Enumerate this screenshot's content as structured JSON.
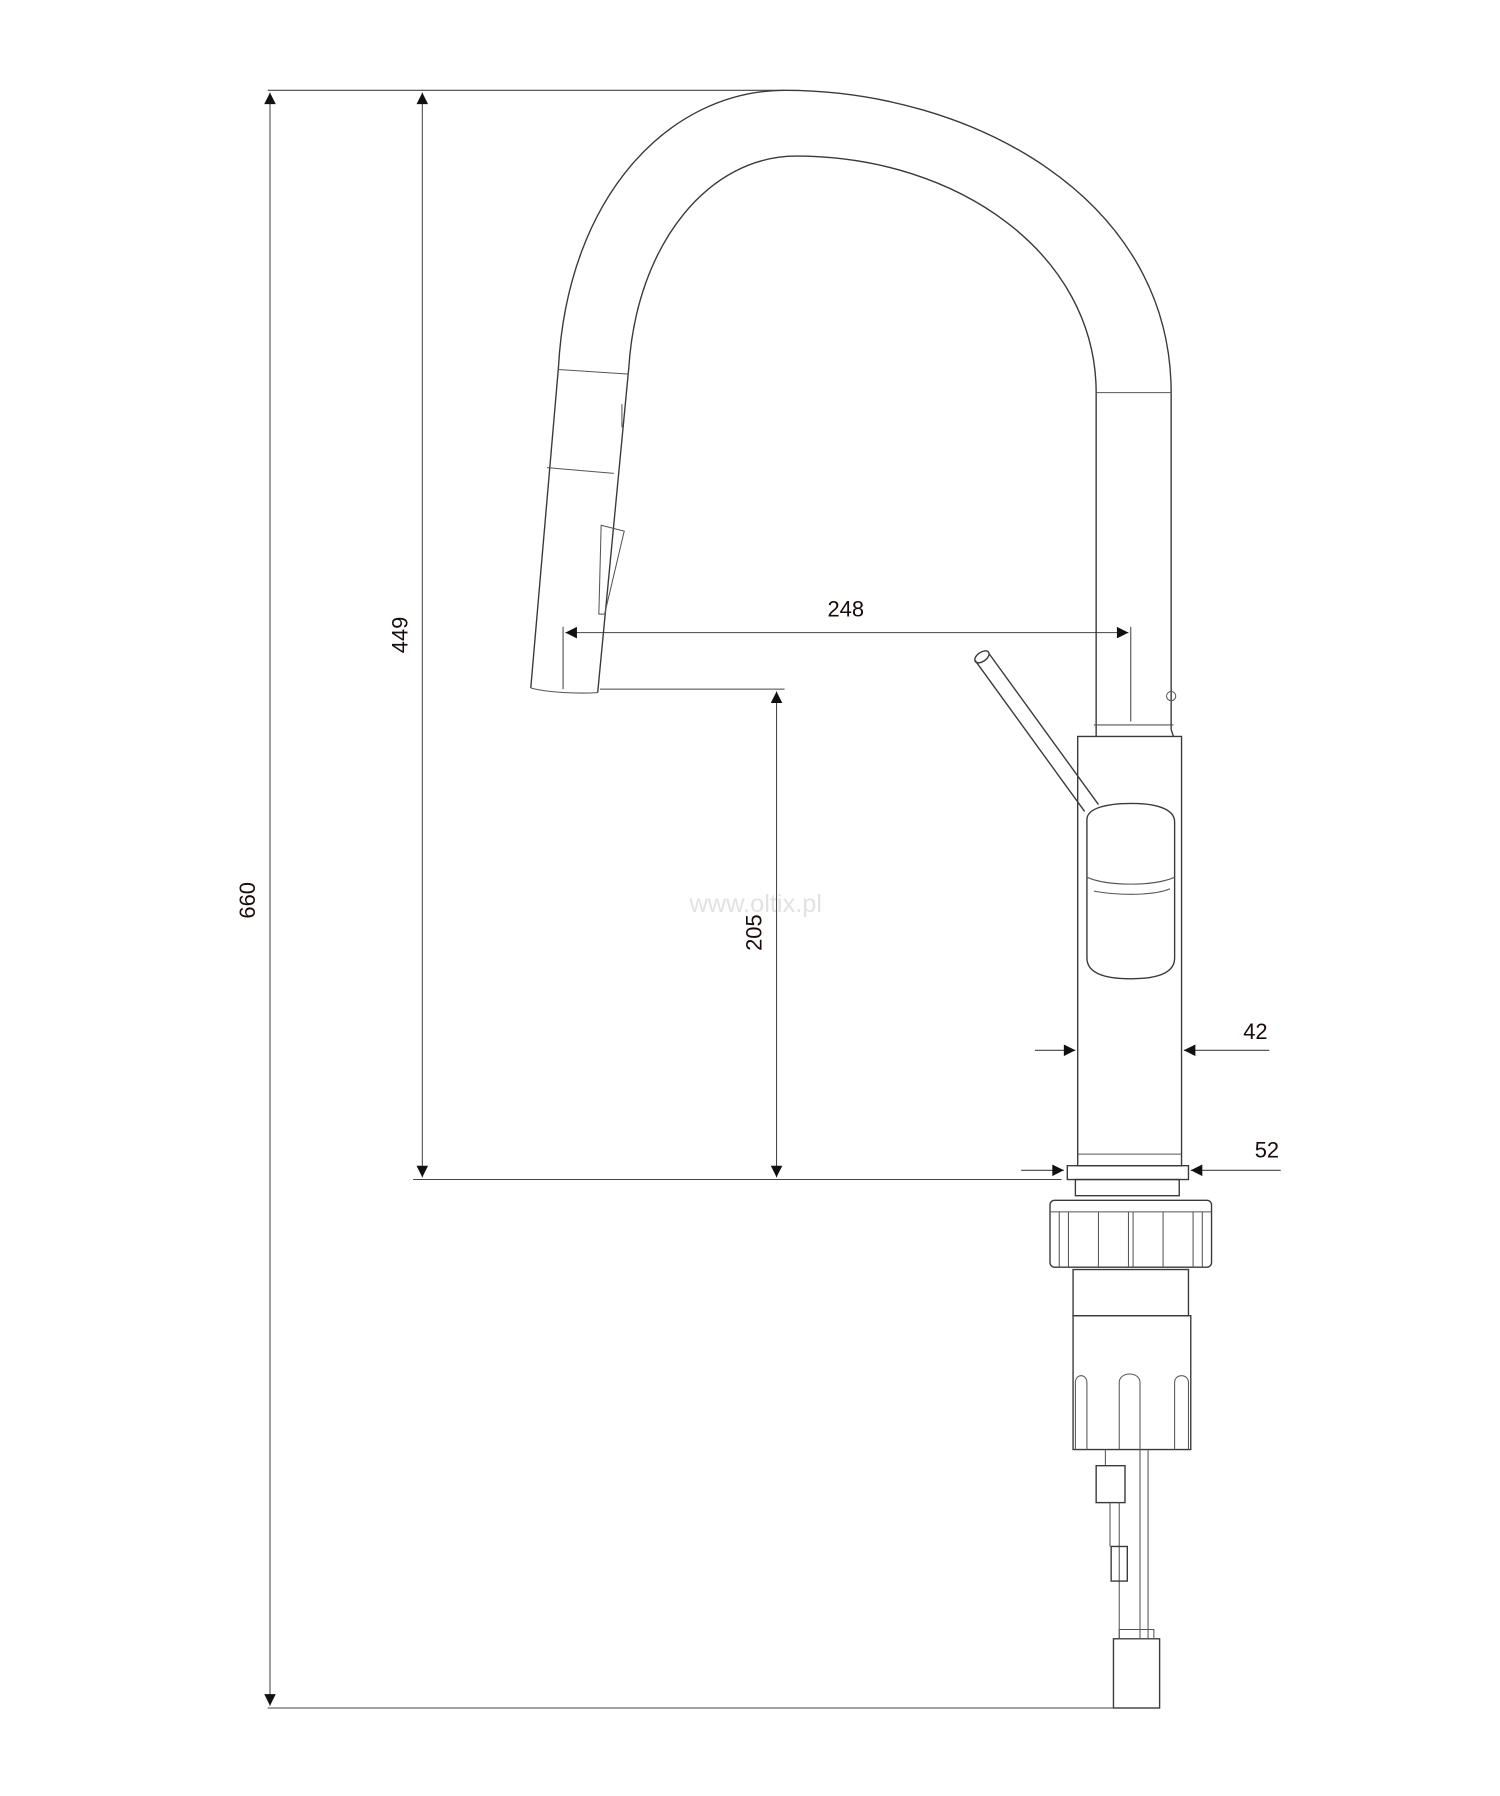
{
  "title": "Kitchen faucet with pull-out spray - dimension drawing",
  "dimensions": {
    "total_height": "660",
    "spout_height": "449",
    "spout_outlet_height": "205",
    "spout_reach": "248",
    "body_diameter": "42",
    "base_diameter": "52"
  },
  "watermark": "www.oltix.pl",
  "colors": {
    "line": "#3a3a3a",
    "text": "#1a0a0a",
    "watermark": "#e2e2e2"
  }
}
